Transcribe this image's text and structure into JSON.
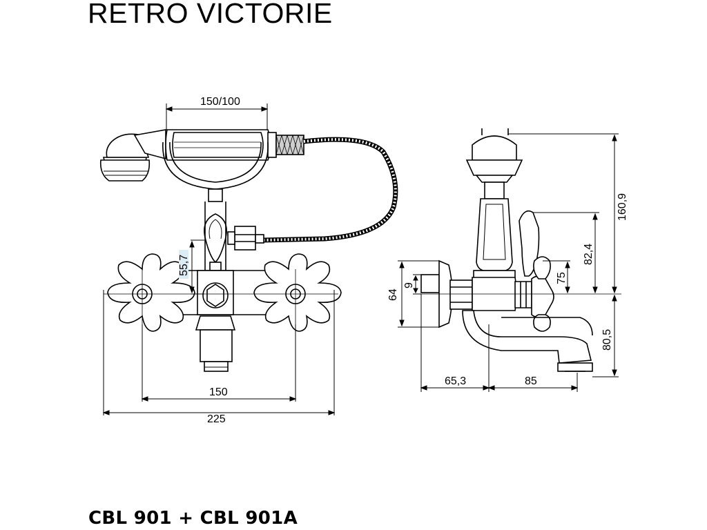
{
  "title": "RETRO VICTORIE",
  "model": "CBL 901 + CBL 901A",
  "dimensions": {
    "hand_shower_spacing": "150/100",
    "height_55_7": "55,7",
    "spacing_150": "150",
    "width_225": "225",
    "height_64": "64",
    "height_9": "9",
    "height_75": "75",
    "height_82_4": "82,4",
    "height_160_9": "160,9",
    "height_80_5": "80,5",
    "depth_65_3": "65,3",
    "depth_85": "85"
  }
}
